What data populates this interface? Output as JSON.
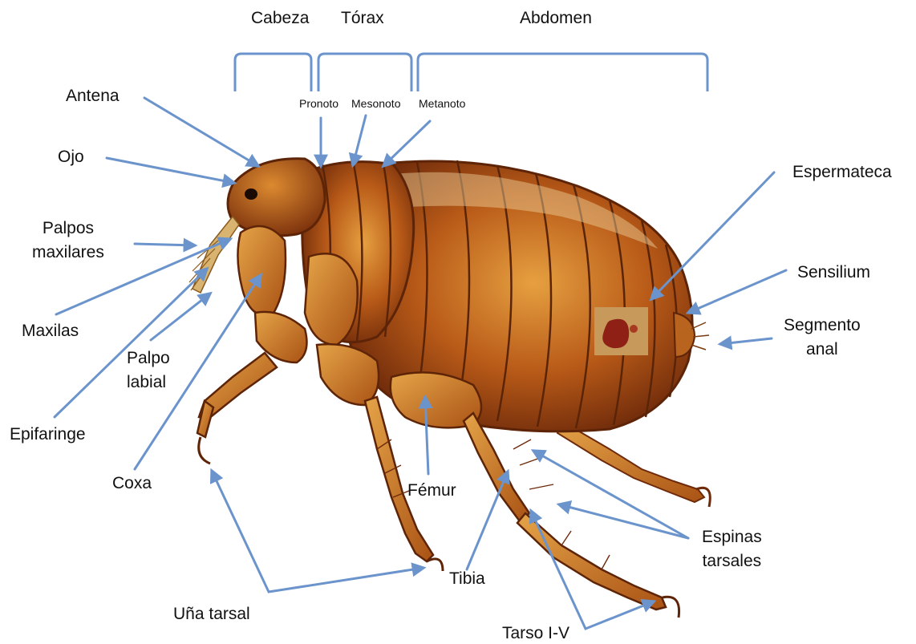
{
  "colors": {
    "arrow": "#6b94cc",
    "body_dark": "#7a300c",
    "body_mid": "#b35416",
    "body_light": "#e0922e",
    "leg": "#c8761e",
    "spermatheca_box": "#c79a5c",
    "spermatheca": "#8e2016"
  },
  "sections": {
    "head": "Cabeza",
    "thorax": "Tórax",
    "abdomen": "Abdomen"
  },
  "thorax_parts": {
    "pronotum": "Pronoto",
    "mesonotum": "Mesonoto",
    "metanotum": "Metanoto"
  },
  "labels": {
    "antenna": "Antena",
    "eye": "Ojo",
    "maxillary_palps": [
      "Palpos",
      "maxilares"
    ],
    "maxillae": "Maxilas",
    "labial_palp": [
      "Palpo",
      "labial"
    ],
    "epipharynx": "Epifaringe",
    "coxa": "Coxa",
    "femur": "Fémur",
    "tibia": "Tibia",
    "tarsal_claw": "Uña tarsal",
    "tarsus": "Tarso I-V",
    "tarsal_spines": [
      "Espinas",
      "tarsales"
    ],
    "spermatheca": "Espermateca",
    "sensilium": "Sensilium",
    "anal_segment": [
      "Segmento",
      "anal"
    ]
  },
  "illustration": {
    "subject": "flea",
    "abdominal_plates": 8
  }
}
